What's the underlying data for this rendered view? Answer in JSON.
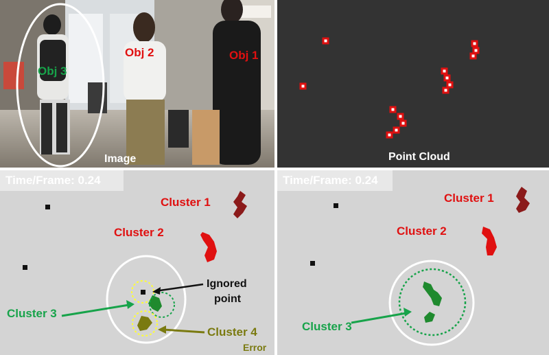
{
  "image_panel": {
    "caption": "Image",
    "objects": [
      {
        "label": "Obj 1",
        "color": "#e01010"
      },
      {
        "label": "Obj 2",
        "color": "#e01010"
      },
      {
        "label": "Obj 3",
        "color": "#17a34a"
      }
    ]
  },
  "cloud_panel": {
    "caption": "Point Cloud"
  },
  "left_panel": {
    "time_label": "Time/Frame: 0.24",
    "cluster1": "Cluster 1",
    "cluster2": "Cluster 2",
    "cluster3": "Cluster 3",
    "cluster4": "Cluster 4",
    "ignored": "Ignored",
    "ignored2": "point",
    "error": "Error"
  },
  "right_panel": {
    "time_label": "Time/Frame: 0.24",
    "cluster1": "Cluster 1",
    "cluster2": "Cluster 2",
    "cluster3": "Cluster 3"
  },
  "colors": {
    "red": "#e01010",
    "dark_red": "#8b1a1a",
    "green": "#17a34a",
    "olive": "#7a7a10"
  }
}
